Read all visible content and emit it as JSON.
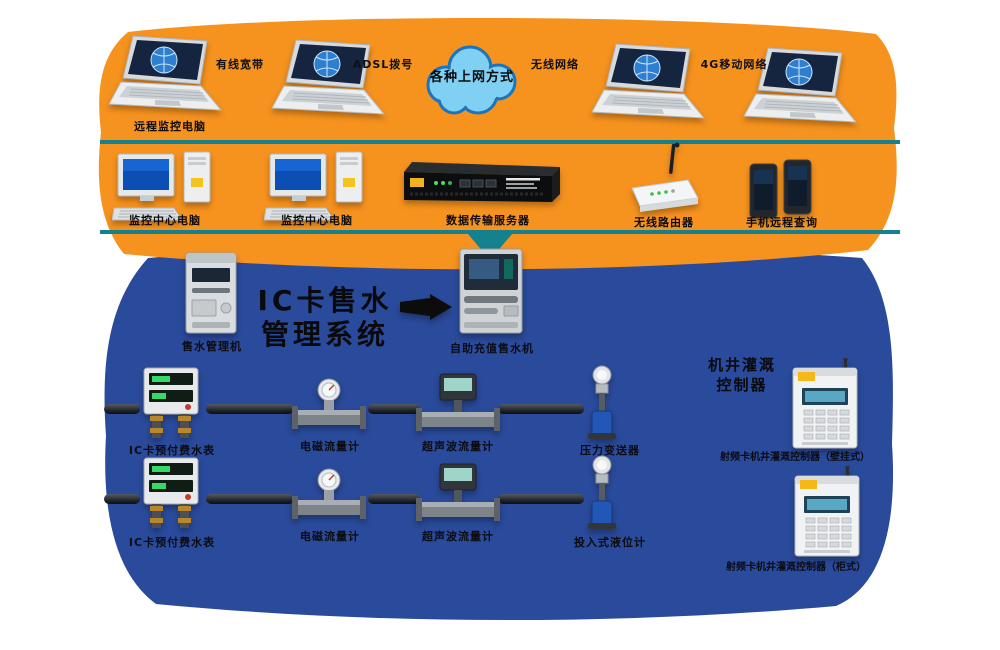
{
  "colors": {
    "orange_zone": "#F6921E",
    "blue_zone": "#2A4A9B",
    "network_line": "#15808E",
    "cloud_fill": "#7FD0F2",
    "cloud_stroke": "#1B75BC"
  },
  "top": {
    "cloud_label": "各种上网方式",
    "access_labels": [
      "有线宽带",
      "ADSL拨号",
      "无线网络",
      "4G移动网络"
    ],
    "laptop_caption": "远程监控电脑"
  },
  "center": {
    "pc1_caption": "监控中心电脑",
    "pc2_caption": "监控中心电脑",
    "server_caption": "数据传输服务器",
    "router_caption": "无线路由器",
    "phones_caption": "手机远程查询"
  },
  "field": {
    "kiosk_a_caption": "售水管理机",
    "heading_line1": "IC卡售水",
    "heading_line2": "管理系统",
    "kiosk_b_caption": "自助充值售水机",
    "controller_heading_line1": "机井灌溉",
    "controller_heading_line2": "控制器",
    "cabinet1_caption": "射频卡机井灌溉控制器（壁挂式）",
    "cabinet2_caption": "射频卡机井灌溉控制器（柜式）",
    "row1": [
      {
        "label": "IC卡预付费水表"
      },
      {
        "label": "电磁流量计"
      },
      {
        "label": "超声波流量计"
      },
      {
        "label": "压力变送器"
      }
    ],
    "row2": [
      {
        "label": "IC卡预付费水表"
      },
      {
        "label": "电磁流量计"
      },
      {
        "label": "超声波流量计"
      },
      {
        "label": "投入式液位计"
      }
    ]
  }
}
